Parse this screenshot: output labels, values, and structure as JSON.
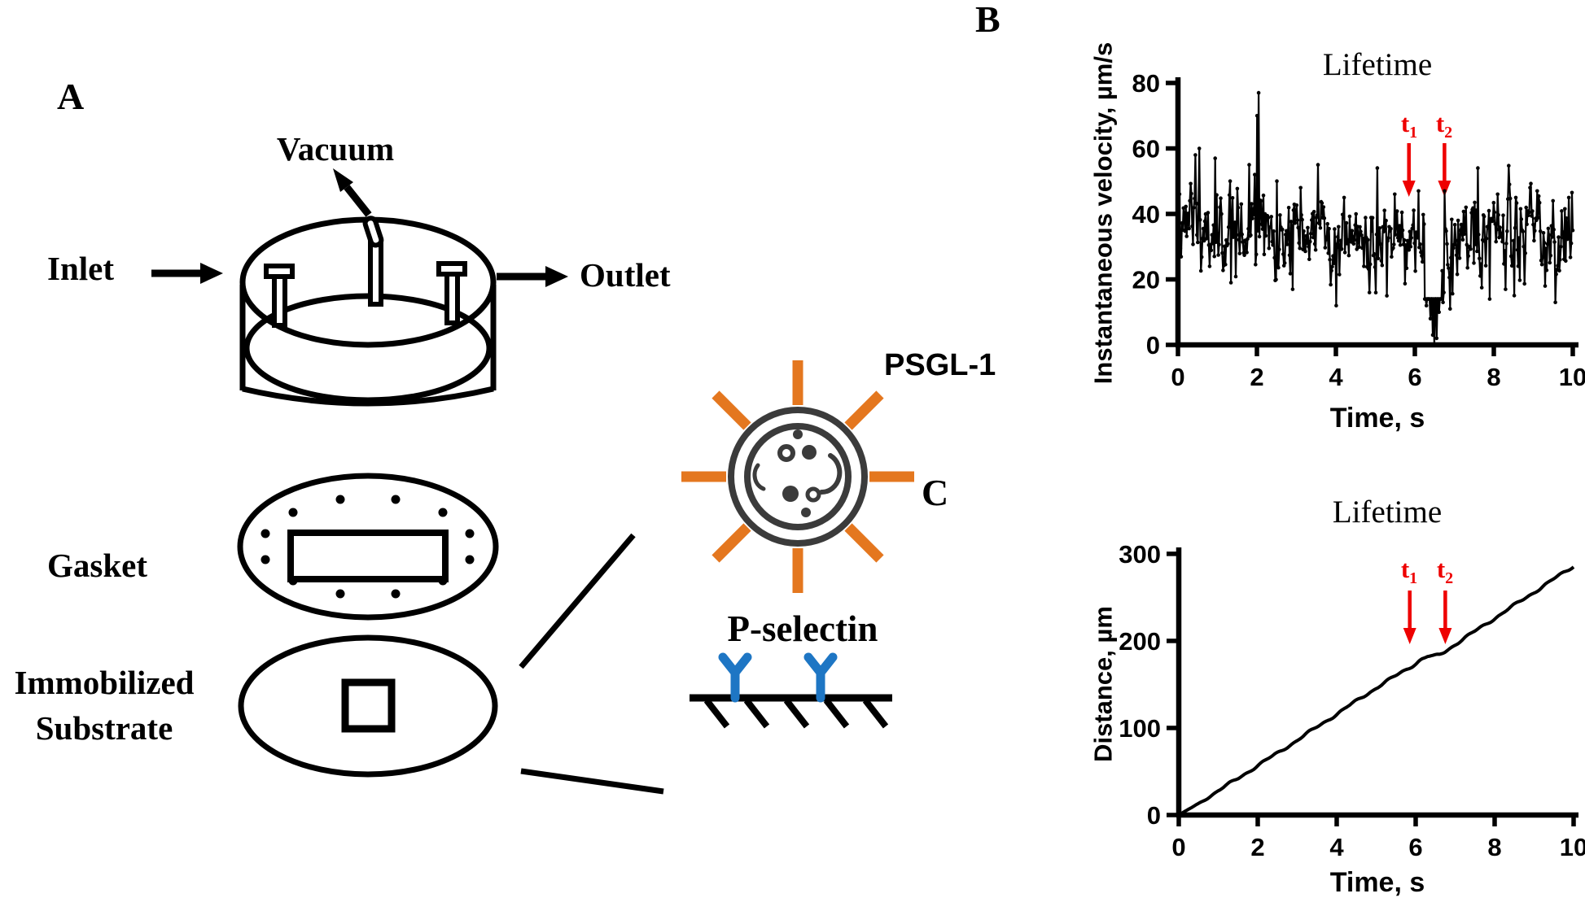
{
  "figure_labels": {
    "a": "A",
    "b": "B",
    "c": "C"
  },
  "panel_a": {
    "vacuum_label": "Vacuum",
    "inlet_label": "Inlet",
    "outlet_label": "Outlet",
    "gasket_label": "Gasket",
    "substrate_label_line1": "Immobilized",
    "substrate_label_line2": "Substrate",
    "cell_receptor_label": "PSGL-1",
    "surface_receptor_label": "P-selectin",
    "colors": {
      "receptor_orange": "#E4771F",
      "cell_ring_gray": "#3B3B3B",
      "selectin_blue": "#1E76C4",
      "line_black": "#000000"
    }
  },
  "panel_b": {
    "title": "Lifetime",
    "t1": {
      "base": "t",
      "sub": "1"
    },
    "t2": {
      "base": "t",
      "sub": "2"
    }
  },
  "panel_c": {
    "title": "Lifetime",
    "t1": {
      "base": "t",
      "sub": "1"
    },
    "t2": {
      "base": "t",
      "sub": "2"
    }
  },
  "chart_data": [
    {
      "type": "line",
      "panel": "B",
      "title": "Lifetime",
      "xlabel": "Time, s",
      "ylabel": "Instantaneous velocity, µm/s",
      "xlim": [
        0,
        10
      ],
      "ylim": [
        0,
        80
      ],
      "xticks": [
        0,
        2,
        4,
        6,
        8,
        10
      ],
      "yticks": [
        0,
        20,
        40,
        60,
        80
      ],
      "grid": false,
      "marker": "dot",
      "annotations": {
        "t1_time": 5.85,
        "t2_time": 6.75,
        "arrow_color": "#EE0000"
      },
      "series": {
        "name": "instantaneous velocity",
        "synthesis": {
          "n": 500,
          "sd": 6.2,
          "min": 13,
          "max": 56,
          "seed": 11,
          "trend": [
            [
              0,
              39
            ],
            [
              0.5,
              38
            ],
            [
              1,
              36
            ],
            [
              2,
              35
            ],
            [
              3,
              32
            ],
            [
              4,
              33
            ],
            [
              5,
              32
            ],
            [
              6,
              33
            ],
            [
              6.5,
              30
            ],
            [
              7,
              32
            ],
            [
              8,
              33
            ],
            [
              9,
              34
            ],
            [
              10,
              34
            ]
          ],
          "caps": [
            {
              "t0": 6.25,
              "t1": 6.68,
              "max": 14
            }
          ]
        },
        "key_points": [
          [
            0.05,
            46
          ],
          [
            0.3,
            44
          ],
          [
            0.45,
            58
          ],
          [
            0.55,
            60
          ],
          [
            0.8,
            24
          ],
          [
            0.95,
            57
          ],
          [
            1.1,
            40
          ],
          [
            1.35,
            19
          ],
          [
            1.6,
            43
          ],
          [
            1.8,
            55
          ],
          [
            1.95,
            52
          ],
          [
            2.0,
            70
          ],
          [
            2.05,
            77
          ],
          [
            2.2,
            40
          ],
          [
            2.5,
            50
          ],
          [
            2.7,
            25
          ],
          [
            2.9,
            17
          ],
          [
            3.1,
            48
          ],
          [
            3.3,
            30
          ],
          [
            3.55,
            55
          ],
          [
            3.8,
            28
          ],
          [
            4.0,
            12
          ],
          [
            4.2,
            45
          ],
          [
            4.5,
            40
          ],
          [
            4.7,
            24
          ],
          [
            4.85,
            16
          ],
          [
            5.05,
            54
          ],
          [
            5.3,
            15
          ],
          [
            5.5,
            46
          ],
          [
            5.7,
            35
          ],
          [
            5.9,
            30
          ],
          [
            6.1,
            47
          ],
          [
            6.3,
            12
          ],
          [
            6.4,
            8
          ],
          [
            6.45,
            3
          ],
          [
            6.5,
            0
          ],
          [
            6.55,
            2
          ],
          [
            6.62,
            10
          ],
          [
            6.75,
            47
          ],
          [
            6.9,
            11
          ],
          [
            7.1,
            38
          ],
          [
            7.3,
            42
          ],
          [
            7.5,
            25
          ],
          [
            7.6,
            54
          ],
          [
            7.9,
            14
          ],
          [
            8.1,
            46
          ],
          [
            8.3,
            17
          ],
          [
            8.55,
            45
          ],
          [
            8.8,
            28
          ],
          [
            9.1,
            47
          ],
          [
            9.3,
            18
          ],
          [
            9.5,
            44
          ],
          [
            9.7,
            30
          ],
          [
            9.9,
            45
          ]
        ]
      }
    },
    {
      "type": "line",
      "panel": "C",
      "title": "Lifetime",
      "xlabel": "Time, s",
      "ylabel": "Distance, µm",
      "xlim": [
        0,
        10
      ],
      "ylim": [
        0,
        300
      ],
      "xticks": [
        0,
        2,
        4,
        6,
        8,
        10
      ],
      "yticks": [
        0,
        100,
        200,
        300
      ],
      "grid": false,
      "marker": "none",
      "annotations": {
        "t1_time": 5.85,
        "t2_time": 6.75,
        "arrow_color": "#EE0000"
      },
      "series": {
        "name": "distance traveled",
        "points": [
          [
            0,
            0
          ],
          [
            0.5,
            13
          ],
          [
            1,
            28
          ],
          [
            1.5,
            42
          ],
          [
            2,
            57
          ],
          [
            2.5,
            71
          ],
          [
            3,
            86
          ],
          [
            3.5,
            101
          ],
          [
            4,
            116
          ],
          [
            4.5,
            131
          ],
          [
            5,
            146
          ],
          [
            5.5,
            160
          ],
          [
            6,
            174
          ],
          [
            6.15,
            179
          ],
          [
            6.3,
            182
          ],
          [
            6.45,
            182
          ],
          [
            6.6,
            184
          ],
          [
            6.75,
            188
          ],
          [
            7,
            196
          ],
          [
            7.5,
            211
          ],
          [
            8,
            226
          ],
          [
            8.5,
            241
          ],
          [
            9,
            256
          ],
          [
            9.5,
            271
          ],
          [
            10,
            286
          ]
        ],
        "tether_plateau": {
          "t_start": 6.15,
          "t_end": 6.6,
          "distance": 183
        }
      }
    }
  ]
}
